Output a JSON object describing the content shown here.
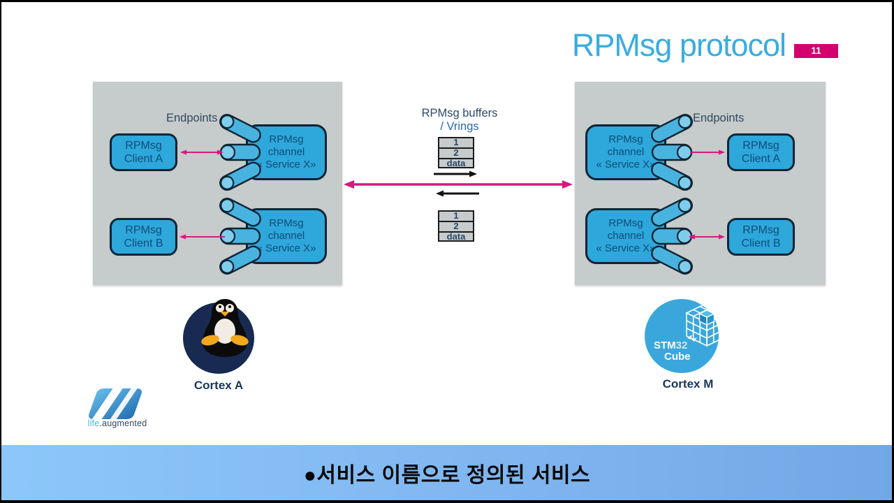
{
  "header": {
    "title": "RPMsg protocol",
    "page_number": "11"
  },
  "left_panel": {
    "endpoints_label": "Endpoints",
    "client_a": {
      "line1": "RPMsg",
      "line2": "Client A"
    },
    "channel_top": {
      "line1": "RPMsg",
      "line2": "channel",
      "line3": "« Service X»"
    },
    "client_b": {
      "line1": "RPMsg",
      "line2": "Client B"
    },
    "channel_bottom": {
      "line1": "RPMsg",
      "line2": "channel",
      "line3": "« Service X»"
    }
  },
  "right_panel": {
    "endpoints_label": "Endpoints",
    "client_a": {
      "line1": "RPMsg",
      "line2": "Client A"
    },
    "channel_top": {
      "line1": "RPMsg",
      "line2": "channel",
      "line3": "« Service X»"
    },
    "client_b": {
      "line1": "RPMsg",
      "line2": "Client B"
    },
    "channel_bottom": {
      "line1": "RPMsg",
      "line2": "channel",
      "line3": "« Service X»"
    }
  },
  "center": {
    "buffers_label_line1": "RPMsg buffers",
    "buffers_label_line2": "/ Vrings",
    "vring_top": {
      "row1": "1",
      "row2": "2",
      "row3": "data"
    },
    "vring_bottom": {
      "row1": "1",
      "row2": "2",
      "row3": "data"
    }
  },
  "platforms": {
    "cortex_a_label": "Cortex A",
    "cortex_m_label": "Cortex M",
    "stm32_logo_part1": "STM",
    "stm32_logo_part2": "32",
    "cube_logo_text": "Cube"
  },
  "branding": {
    "tagline_life": "life",
    "tagline_rest": ".augmented"
  },
  "caption": {
    "text": "●서비스 이름으로 정의된 서비스"
  },
  "colors": {
    "title_blue": "#3bacdf",
    "badge_pink": "#d4006e",
    "arrow_pink": "#d6197f",
    "box_blue": "#2ea7db",
    "panel_gray": "#c6cbcb",
    "navy_text": "#0e4c78",
    "tux_circle_navy": "#182a52",
    "cube_circle_blue": "#39a7db"
  }
}
